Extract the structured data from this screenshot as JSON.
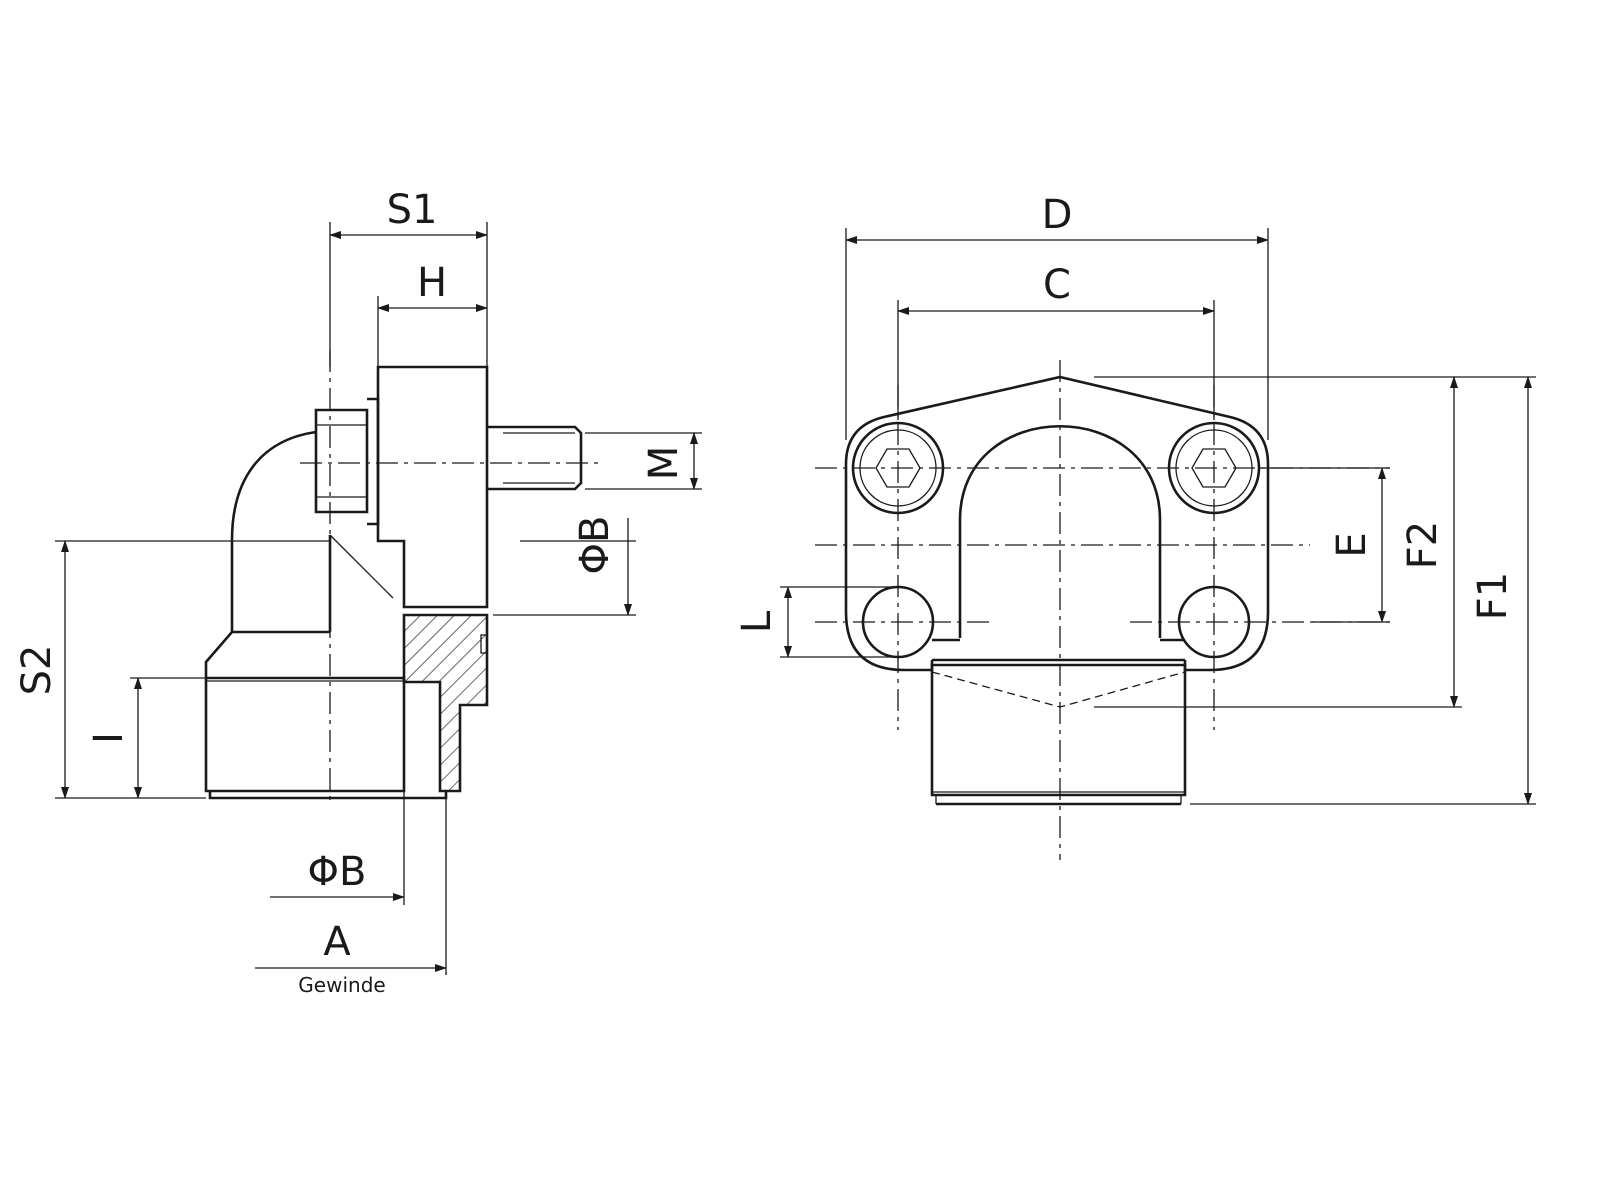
{
  "labels": {
    "s1": "S1",
    "h": "H",
    "m": "M",
    "phi_b_side": "ΦB",
    "s2": "S2",
    "i": "I",
    "phi_b_bottom": "ΦB",
    "a": "A",
    "gewinde": "Gewinde",
    "d": "D",
    "c": "C",
    "e": "E",
    "f2": "F2",
    "f1": "F1",
    "l": "L"
  }
}
